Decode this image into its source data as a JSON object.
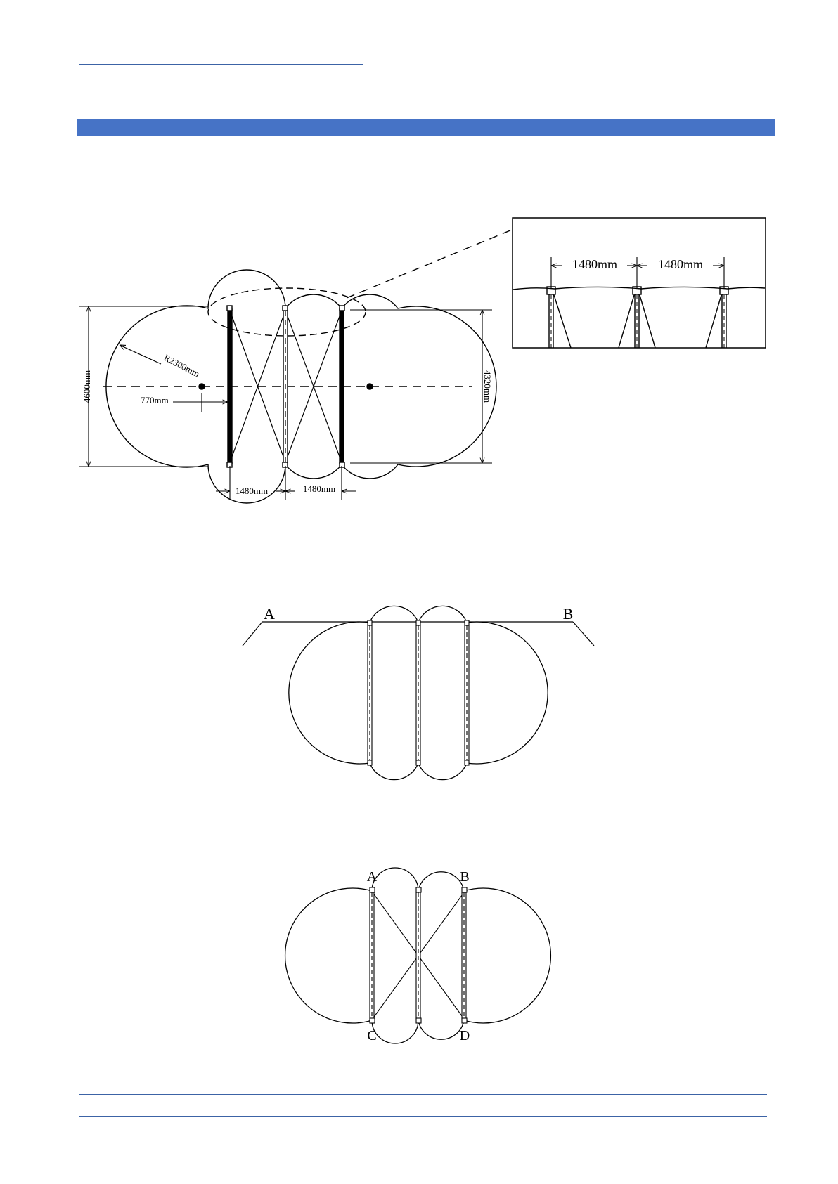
{
  "page": {
    "accent_color": "#4673c6",
    "rule_color": "#3c63a6"
  },
  "figure1": {
    "dimension_labels": {
      "left_height": "4600mm",
      "right_height": "4320mm",
      "radius": "R2300mm",
      "offset": "770mm",
      "spacing_left": "1480mm",
      "spacing_right": "1480mm"
    }
  },
  "detail": {
    "spacing_left": "1480mm",
    "spacing_right": "1480mm"
  },
  "figure2": {
    "label_a": "A",
    "label_b": "B"
  },
  "figure3": {
    "label_a": "A",
    "label_b": "B",
    "label_c": "C",
    "label_d": "D"
  }
}
